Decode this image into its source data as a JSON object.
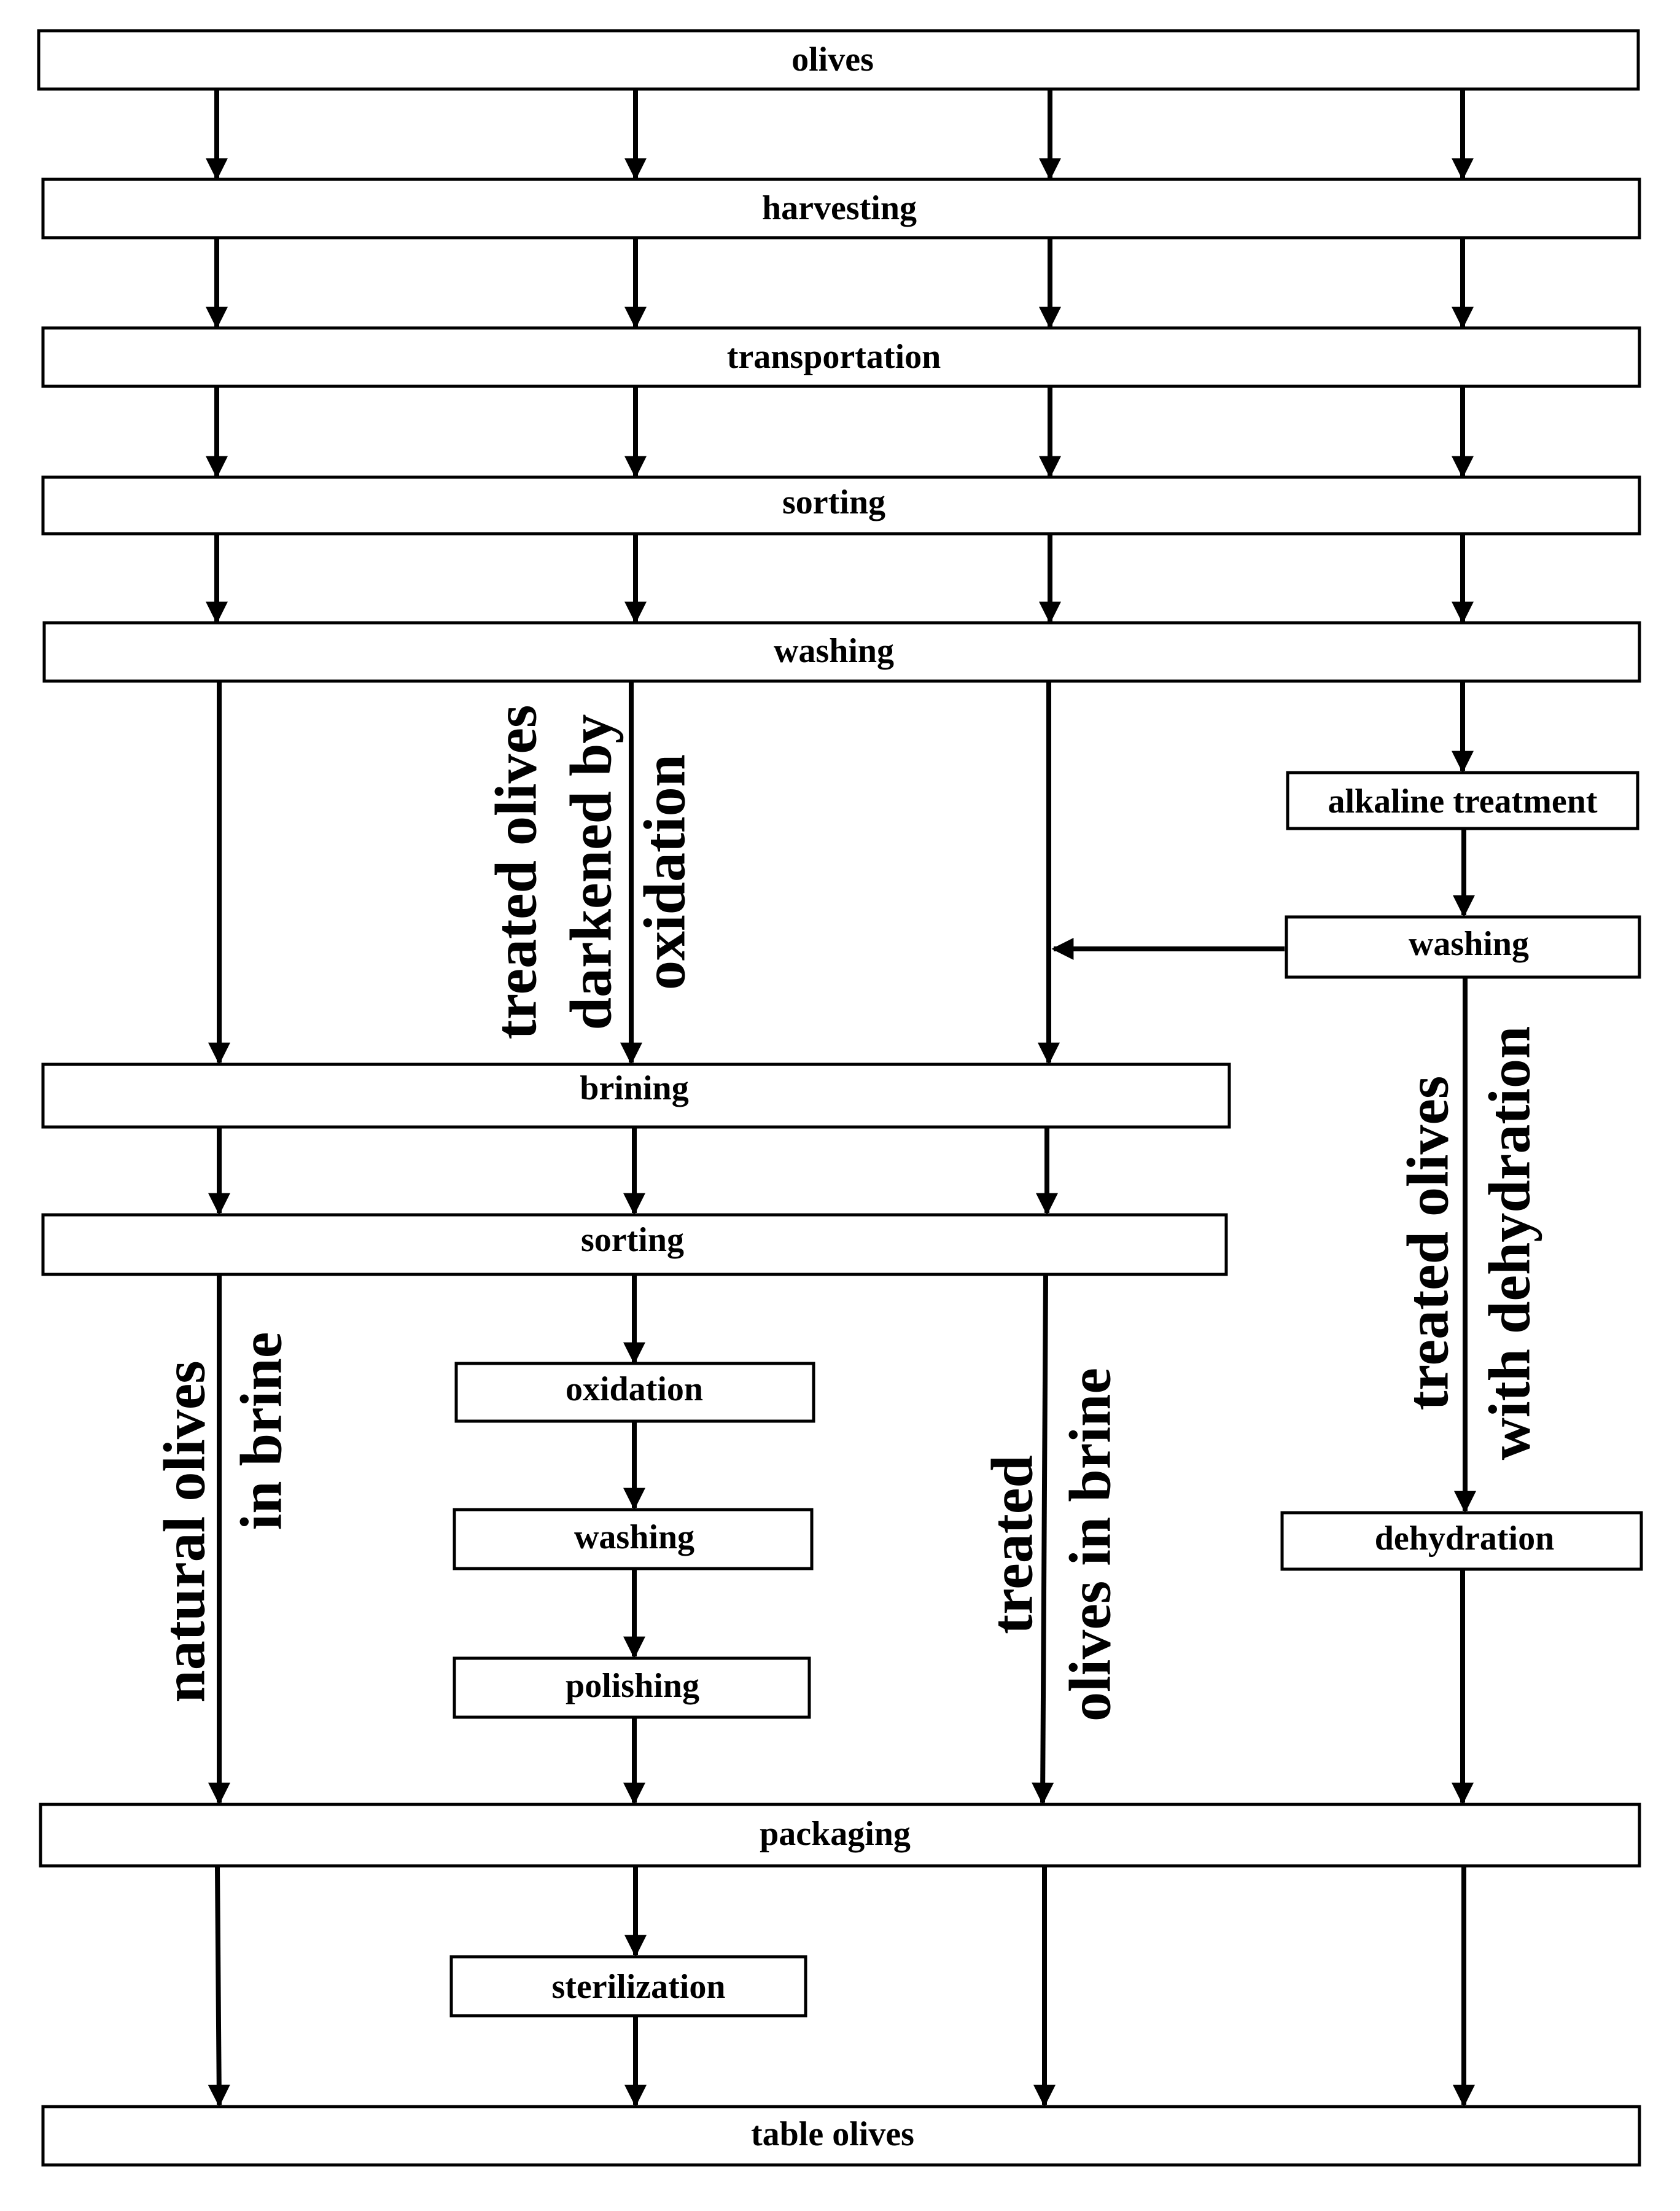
{
  "diagram": {
    "steps": {
      "olives": "olives",
      "harvesting": "harvesting",
      "transportation": "transportation",
      "sorting_1": "sorting",
      "washing_1": "washing",
      "alkaline_treatment": "alkaline treatment",
      "washing_2": "washing",
      "brining": "brining",
      "sorting_2": "sorting",
      "oxidation": "oxidation",
      "washing_3": "washing",
      "polishing": "polishing",
      "dehydration": "dehydration",
      "packaging": "packaging",
      "sterilization": "sterilization",
      "table_olives": "table olives"
    },
    "paths": {
      "darkened_line1": "treated olives",
      "darkened_line2": "darkened by",
      "darkened_line3": "oxidation",
      "dehydration_line1": "treated olives",
      "dehydration_line2": "with dehydration",
      "natural_line1": "natural olives",
      "natural_line2": "in brine",
      "treated_brine_line1": "treated",
      "treated_brine_line2": "olives in brine"
    }
  }
}
